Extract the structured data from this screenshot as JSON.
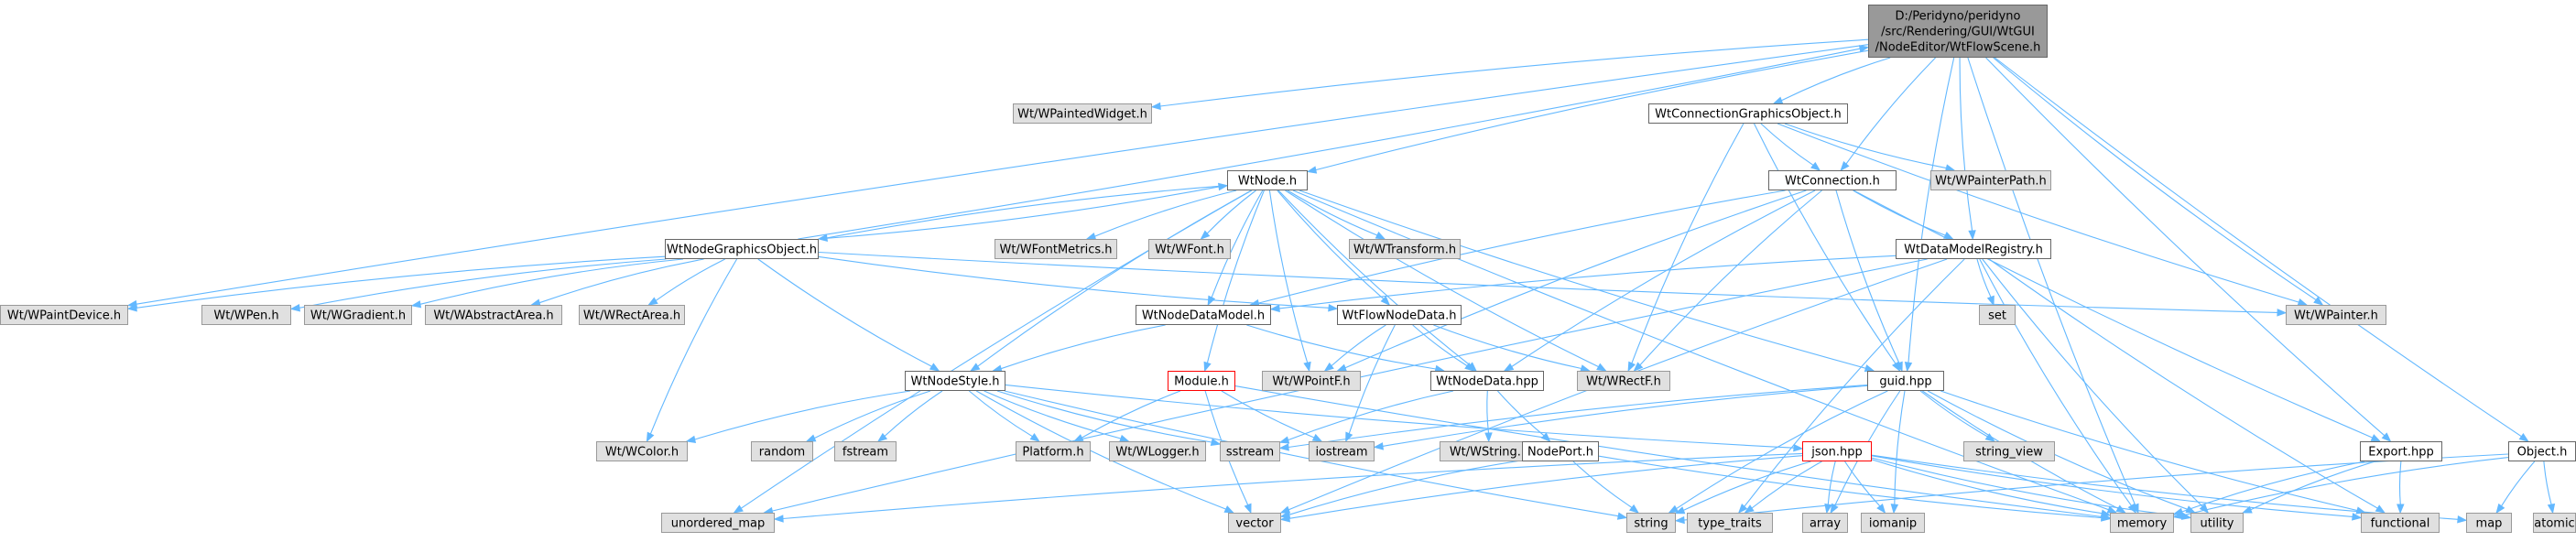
{
  "colors": {
    "root_fill": "#999999",
    "root_stroke": "#666666",
    "internal_fill": "#ffffff",
    "internal_stroke": "#666666",
    "external_fill": "#e0e0e0",
    "external_stroke": "#999999",
    "highlight_stroke": "#ff0000",
    "edge": "#63b8ff"
  },
  "nodes": [
    {
      "id": "root",
      "lines": [
        "D:/Peridyno/peridyno",
        "/src/Rendering/GUI/WtGUI",
        "/NodeEditor/WtFlowScene.h"
      ],
      "kind": "root"
    },
    {
      "id": "WPaintedWidget",
      "lines": [
        "Wt/WPaintedWidget.h"
      ],
      "kind": "external"
    },
    {
      "id": "WtConnectionGraphicsObject",
      "lines": [
        "WtConnectionGraphicsObject.h"
      ],
      "kind": "internal"
    },
    {
      "id": "WPainterPath",
      "lines": [
        "Wt/WPainterPath.h"
      ],
      "kind": "external"
    },
    {
      "id": "WtNode",
      "lines": [
        "WtNode.h"
      ],
      "kind": "internal"
    },
    {
      "id": "WtConnection",
      "lines": [
        "WtConnection.h"
      ],
      "kind": "internal"
    },
    {
      "id": "WFontMetrics",
      "lines": [
        "Wt/WFontMetrics.h"
      ],
      "kind": "external"
    },
    {
      "id": "WFont",
      "lines": [
        "Wt/WFont.h"
      ],
      "kind": "external"
    },
    {
      "id": "WTransform",
      "lines": [
        "Wt/WTransform.h"
      ],
      "kind": "external"
    },
    {
      "id": "WtNodeGraphicsObject",
      "lines": [
        "WtNodeGraphicsObject.h"
      ],
      "kind": "internal"
    },
    {
      "id": "WtDataModelRegistry",
      "lines": [
        "WtDataModelRegistry.h"
      ],
      "kind": "internal"
    },
    {
      "id": "WPaintDevice",
      "lines": [
        "Wt/WPaintDevice.h"
      ],
      "kind": "external"
    },
    {
      "id": "WPen",
      "lines": [
        "Wt/WPen.h"
      ],
      "kind": "external"
    },
    {
      "id": "WGradient",
      "lines": [
        "Wt/WGradient.h"
      ],
      "kind": "external"
    },
    {
      "id": "WAbstractArea",
      "lines": [
        "Wt/WAbstractArea.h"
      ],
      "kind": "external"
    },
    {
      "id": "WRectArea",
      "lines": [
        "Wt/WRectArea.h"
      ],
      "kind": "external"
    },
    {
      "id": "WtNodeDataModel",
      "lines": [
        "WtNodeDataModel.h"
      ],
      "kind": "internal"
    },
    {
      "id": "WtFlowNodeData",
      "lines": [
        "WtFlowNodeData.h"
      ],
      "kind": "internal"
    },
    {
      "id": "set",
      "lines": [
        "set"
      ],
      "kind": "external"
    },
    {
      "id": "WPainter",
      "lines": [
        "Wt/WPainter.h"
      ],
      "kind": "external"
    },
    {
      "id": "WPointF",
      "lines": [
        "Wt/WPointF.h"
      ],
      "kind": "external"
    },
    {
      "id": "WRectF",
      "lines": [
        "Wt/WRectF.h"
      ],
      "kind": "external"
    },
    {
      "id": "WtNodeStyle",
      "lines": [
        "WtNodeStyle.h"
      ],
      "kind": "internal"
    },
    {
      "id": "ModuleH",
      "lines": [
        "Module.h"
      ],
      "kind": "highlight"
    },
    {
      "id": "WtNodeData",
      "lines": [
        "WtNodeData.hpp"
      ],
      "kind": "internal"
    },
    {
      "id": "guid",
      "lines": [
        "guid.hpp"
      ],
      "kind": "internal"
    },
    {
      "id": "string_view",
      "lines": [
        "string_view"
      ],
      "kind": "external"
    },
    {
      "id": "WColor",
      "lines": [
        "Wt/WColor.h"
      ],
      "kind": "external"
    },
    {
      "id": "random",
      "lines": [
        "random"
      ],
      "kind": "external"
    },
    {
      "id": "fstream",
      "lines": [
        "fstream"
      ],
      "kind": "external"
    },
    {
      "id": "Platform",
      "lines": [
        "Platform.h"
      ],
      "kind": "external"
    },
    {
      "id": "WLogger",
      "lines": [
        "Wt/WLogger.h"
      ],
      "kind": "external"
    },
    {
      "id": "sstream",
      "lines": [
        "sstream"
      ],
      "kind": "external"
    },
    {
      "id": "iostream",
      "lines": [
        "iostream"
      ],
      "kind": "external"
    },
    {
      "id": "WString",
      "lines": [
        "Wt/WString.h"
      ],
      "kind": "external"
    },
    {
      "id": "NodePort",
      "lines": [
        "NodePort.h"
      ],
      "kind": "internal"
    },
    {
      "id": "json",
      "lines": [
        "json.hpp"
      ],
      "kind": "highlight"
    },
    {
      "id": "Export",
      "lines": [
        "Export.hpp"
      ],
      "kind": "internal"
    },
    {
      "id": "ObjectH",
      "lines": [
        "Object.h"
      ],
      "kind": "internal"
    },
    {
      "id": "unordered_map",
      "lines": [
        "unordered_map"
      ],
      "kind": "external"
    },
    {
      "id": "vector",
      "lines": [
        "vector"
      ],
      "kind": "external"
    },
    {
      "id": "string",
      "lines": [
        "string"
      ],
      "kind": "external"
    },
    {
      "id": "type_traits",
      "lines": [
        "type_traits"
      ],
      "kind": "external"
    },
    {
      "id": "array",
      "lines": [
        "array"
      ],
      "kind": "external"
    },
    {
      "id": "iomanip",
      "lines": [
        "iomanip"
      ],
      "kind": "external"
    },
    {
      "id": "memory",
      "lines": [
        "memory"
      ],
      "kind": "external"
    },
    {
      "id": "utility",
      "lines": [
        "utility"
      ],
      "kind": "external"
    },
    {
      "id": "functional",
      "lines": [
        "functional"
      ],
      "kind": "external"
    },
    {
      "id": "map",
      "lines": [
        "map"
      ],
      "kind": "external"
    },
    {
      "id": "atomic",
      "lines": [
        "atomic"
      ],
      "kind": "external"
    }
  ],
  "edges": [
    [
      "root",
      "WPaintedWidget"
    ],
    [
      "root",
      "WtConnectionGraphicsObject"
    ],
    [
      "root",
      "WtNode"
    ],
    [
      "root",
      "WtConnection"
    ],
    [
      "root",
      "WtDataModelRegistry"
    ],
    [
      "root",
      "WPaintDevice"
    ],
    [
      "root",
      "WPainter"
    ],
    [
      "root",
      "guid"
    ],
    [
      "root",
      "memory"
    ],
    [
      "root",
      "Export"
    ],
    [
      "root",
      "ObjectH"
    ],
    [
      "WtConnectionGraphicsObject",
      "WPainterPath"
    ],
    [
      "WtConnectionGraphicsObject",
      "WtConnection"
    ],
    [
      "WtConnectionGraphicsObject",
      "WRectF"
    ],
    [
      "WtConnectionGraphicsObject",
      "guid"
    ],
    [
      "WtConnectionGraphicsObject",
      "WPainter"
    ],
    [
      "WtConnection",
      "WtDataModelRegistry"
    ],
    [
      "WtConnection",
      "guid"
    ],
    [
      "WtConnection",
      "WtNodeData"
    ],
    [
      "WtConnection",
      "WRectF"
    ],
    [
      "WtConnection",
      "WPointF"
    ],
    [
      "WtConnection",
      "Export"
    ],
    [
      "WtConnection",
      "WtNodeDataModel"
    ],
    [
      "WtNode",
      "WtNodeGraphicsObject"
    ],
    [
      "WtNode",
      "WFontMetrics"
    ],
    [
      "WtNode",
      "WFont"
    ],
    [
      "WtNode",
      "WTransform"
    ],
    [
      "WtNode",
      "WtNodeDataModel"
    ],
    [
      "WtNode",
      "WtFlowNodeData"
    ],
    [
      "WtNode",
      "WtNodeData"
    ],
    [
      "WtNode",
      "WtNodeStyle"
    ],
    [
      "WtNode",
      "ModuleH"
    ],
    [
      "WtNode",
      "WPointF"
    ],
    [
      "WtNode",
      "WRectF"
    ],
    [
      "WtNode",
      "guid"
    ],
    [
      "WtNode",
      "memory"
    ],
    [
      "WtNode",
      "unordered_map"
    ],
    [
      "WtNodeGraphicsObject",
      "WtNode"
    ],
    [
      "WtNodeGraphicsObject",
      "root"
    ],
    [
      "WtNodeGraphicsObject",
      "WPaintDevice"
    ],
    [
      "WtNodeGraphicsObject",
      "WPen"
    ],
    [
      "WtNodeGraphicsObject",
      "WGradient"
    ],
    [
      "WtNodeGraphicsObject",
      "WAbstractArea"
    ],
    [
      "WtNodeGraphicsObject",
      "WRectArea"
    ],
    [
      "WtNodeGraphicsObject",
      "WColor"
    ],
    [
      "WtNodeGraphicsObject",
      "WtNodeStyle"
    ],
    [
      "WtNodeGraphicsObject",
      "WPainter"
    ],
    [
      "WtNodeGraphicsObject",
      "WtFlowNodeData"
    ],
    [
      "WtDataModelRegistry",
      "WtNodeDataModel"
    ],
    [
      "WtDataModelRegistry",
      "set"
    ],
    [
      "WtDataModelRegistry",
      "memory"
    ],
    [
      "WtDataModelRegistry",
      "functional"
    ],
    [
      "WtDataModelRegistry",
      "utility"
    ],
    [
      "WtDataModelRegistry",
      "unordered_map"
    ],
    [
      "WtDataModelRegistry",
      "vector"
    ],
    [
      "WtDataModelRegistry",
      "type_traits"
    ],
    [
      "WtNodeDataModel",
      "WtNodeStyle"
    ],
    [
      "WtNodeDataModel",
      "WtNodeData"
    ],
    [
      "WtFlowNodeData",
      "WtNodeData"
    ],
    [
      "WtFlowNodeData",
      "WPointF"
    ],
    [
      "WtFlowNodeData",
      "WRectF"
    ],
    [
      "WtFlowNodeData",
      "iostream"
    ],
    [
      "WtNodeStyle",
      "WColor"
    ],
    [
      "WtNodeStyle",
      "random"
    ],
    [
      "WtNodeStyle",
      "fstream"
    ],
    [
      "WtNodeStyle",
      "Platform"
    ],
    [
      "WtNodeStyle",
      "WLogger"
    ],
    [
      "WtNodeStyle",
      "sstream"
    ],
    [
      "WtNodeStyle",
      "json"
    ],
    [
      "WtNodeStyle",
      "vector"
    ],
    [
      "WtNodeStyle",
      "string"
    ],
    [
      "ModuleH",
      "Platform"
    ],
    [
      "ModuleH",
      "iostream"
    ],
    [
      "ModuleH",
      "vector"
    ],
    [
      "ModuleH",
      "memory"
    ],
    [
      "WtNodeData",
      "WString"
    ],
    [
      "WtNodeData",
      "NodePort"
    ],
    [
      "WtNodeData",
      "sstream"
    ],
    [
      "guid",
      "string_view"
    ],
    [
      "guid",
      "iostream"
    ],
    [
      "guid",
      "sstream"
    ],
    [
      "guid",
      "iomanip"
    ],
    [
      "guid",
      "array"
    ],
    [
      "guid",
      "memory"
    ],
    [
      "guid",
      "utility"
    ],
    [
      "guid",
      "functional"
    ],
    [
      "guid",
      "string"
    ],
    [
      "NodePort",
      "vector"
    ],
    [
      "NodePort",
      "string"
    ],
    [
      "NodePort",
      "memory"
    ],
    [
      "json",
      "unordered_map"
    ],
    [
      "json",
      "vector"
    ],
    [
      "json",
      "string"
    ],
    [
      "json",
      "type_traits"
    ],
    [
      "json",
      "array"
    ],
    [
      "json",
      "iomanip"
    ],
    [
      "json",
      "memory"
    ],
    [
      "json",
      "utility"
    ],
    [
      "json",
      "functional"
    ],
    [
      "json",
      "map"
    ],
    [
      "Export",
      "memory"
    ],
    [
      "Export",
      "utility"
    ],
    [
      "Export",
      "functional"
    ],
    [
      "ObjectH",
      "memory"
    ],
    [
      "ObjectH",
      "map"
    ],
    [
      "ObjectH",
      "atomic"
    ],
    [
      "ObjectH",
      "string"
    ]
  ]
}
